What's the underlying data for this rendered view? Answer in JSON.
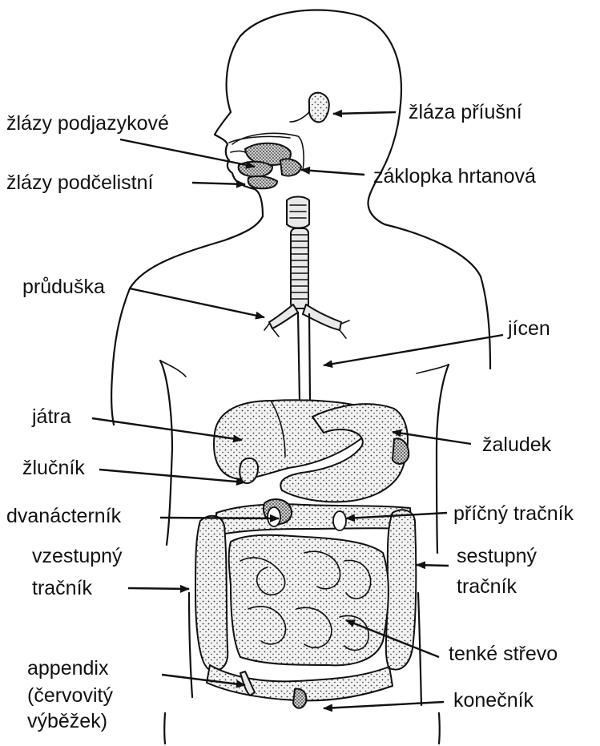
{
  "labels": {
    "zlaza_priusni": "žláza příušní",
    "zlazy_podjazykove": "žlázy podjazykové",
    "zaklopka_hrtanova": "záklopka hrtanová",
    "zlazy_podcelistni": "žlázy podčelistní",
    "pruduska": "průduška",
    "jicen": "jícen",
    "jatra": "játra",
    "zaludek": "žaludek",
    "zlucnik": "žlučník",
    "dvanactnik": "dvanácterník",
    "pricny_tracnik": "příčný tračník",
    "vzestupny_1": "vzestupný",
    "vzestupny_2": "tračník",
    "sestupny_1": "sestupný",
    "sestupny_2": "tračník",
    "tenke_strevo": "tenké střevo",
    "appendix_1": "appendix",
    "appendix_2": "(červovitý",
    "appendix_3": "výběžek)",
    "konecnik": "konečník"
  },
  "colors": {
    "ink": "#111111",
    "organ_fill": "#e9e9e9",
    "dark_fill": "#555555"
  }
}
